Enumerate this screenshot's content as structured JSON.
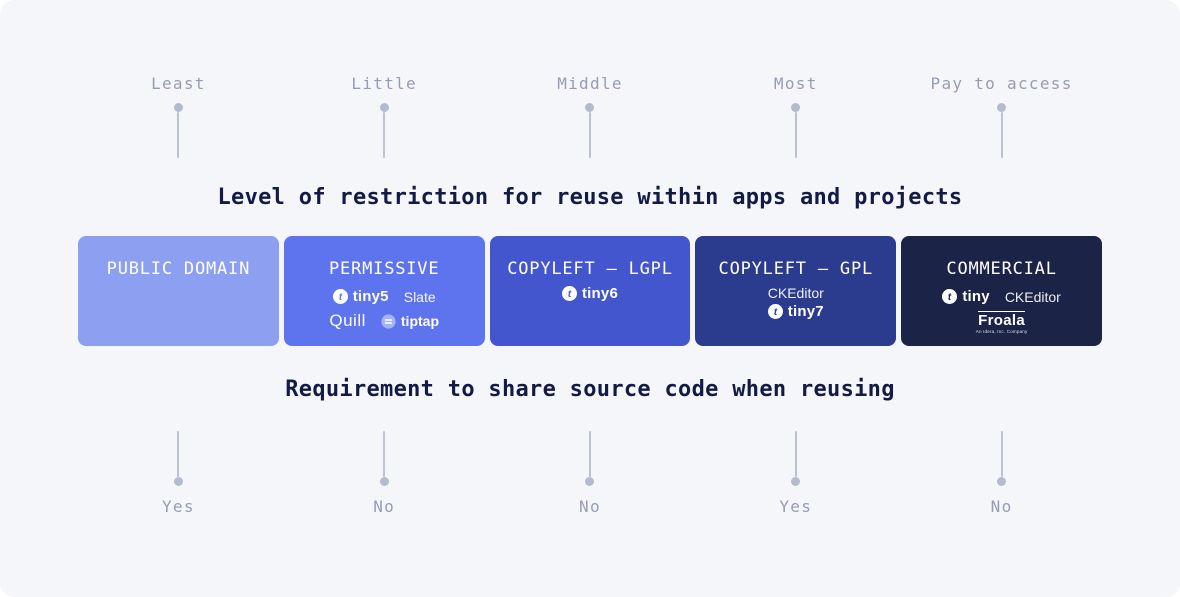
{
  "background_color": "#f5f6f9",
  "pin_color": "#b9bed0",
  "axis_label_color": "#959db5",
  "title_color": "#131b44",
  "top_axis": {
    "items": [
      {
        "label": "Least"
      },
      {
        "label": "Little"
      },
      {
        "label": "Middle"
      },
      {
        "label": "Most"
      },
      {
        "label": "Pay to access"
      }
    ]
  },
  "section_titles": {
    "restriction": "Level of restriction for reuse within apps and projects",
    "share": "Requirement to share source code when reusing"
  },
  "cards": [
    {
      "title": "PUBLIC DOMAIN",
      "bg": "#8c9ff1"
    },
    {
      "title": "PERMISSIVE",
      "bg": "#5d74ee",
      "logos": {
        "tiny5": "tiny5",
        "slate": "Slate",
        "quill": "Quill",
        "tiptap": "tiptap"
      }
    },
    {
      "title": "COPYLEFT — LGPL",
      "bg": "#4356ce",
      "logos": {
        "tiny6": "tiny6"
      }
    },
    {
      "title": "COPYLEFT — GPL",
      "bg": "#2b3b8e",
      "logos": {
        "ckeditor": "CKEditor",
        "tiny7": "tiny7"
      }
    },
    {
      "title": "COMMERCIAL",
      "bg": "#1b2347",
      "logos": {
        "tiny": "tiny",
        "ckeditor": "CKEditor",
        "froala": "Froala",
        "froala_caption": "An Idera, Inc. Company"
      }
    }
  ],
  "bottom_axis": {
    "items": [
      {
        "label": "Yes"
      },
      {
        "label": "No"
      },
      {
        "label": "No"
      },
      {
        "label": "Yes"
      },
      {
        "label": "No"
      }
    ]
  }
}
